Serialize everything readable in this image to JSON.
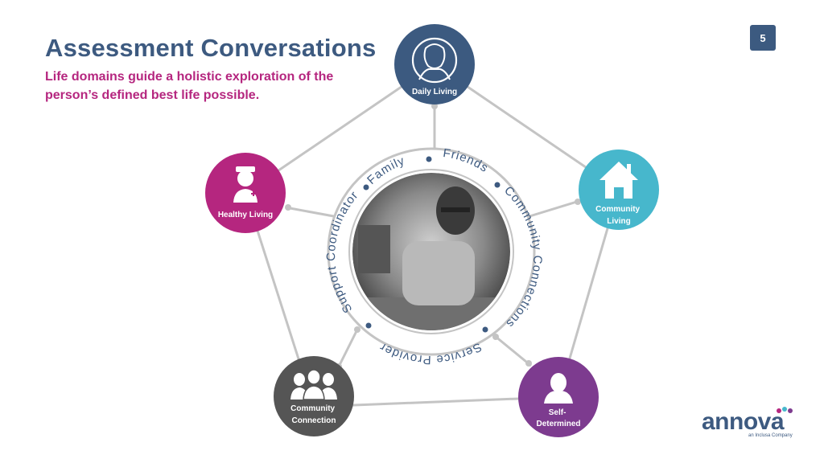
{
  "page": {
    "title": "Assessment Conversations",
    "subtitle": "Life domains guide a holistic exploration of the person’s defined best life possible.",
    "page_number": "5"
  },
  "ring": {
    "labels": [
      "Family",
      "Friends",
      "Community Connections",
      "Service Providers",
      "Support Coordinator"
    ]
  },
  "domains": [
    {
      "id": "daily-living",
      "label_lines": [
        "Daily Living"
      ],
      "icon": "person-silhouette-icon",
      "color": "#3c5a80"
    },
    {
      "id": "community-living",
      "label_lines": [
        "Community",
        "Living"
      ],
      "icon": "house-icon",
      "color": "#47b7cc"
    },
    {
      "id": "self-determined",
      "label_lines": [
        "Self-",
        "Determined"
      ],
      "icon": "person-bust-icon",
      "color": "#7d3b8f"
    },
    {
      "id": "community-connection",
      "label_lines": [
        "Community",
        "Connection"
      ],
      "icon": "group-of-people-icon",
      "color": "#555555"
    },
    {
      "id": "healthy-living",
      "label_lines": [
        "Healthy Living"
      ],
      "icon": "nurse-icon",
      "color": "#b5267f"
    }
  ],
  "logo": {
    "word": "annova",
    "tagline": "an Inclusa Company",
    "dot_colors": [
      "#b5267f",
      "#47b7cc",
      "#7d3b8f"
    ]
  },
  "colors": {
    "title": "#3d5a80",
    "subtitle": "#b5267f",
    "connector": "#c4c4c4",
    "ring_text": "#3d5a80"
  }
}
